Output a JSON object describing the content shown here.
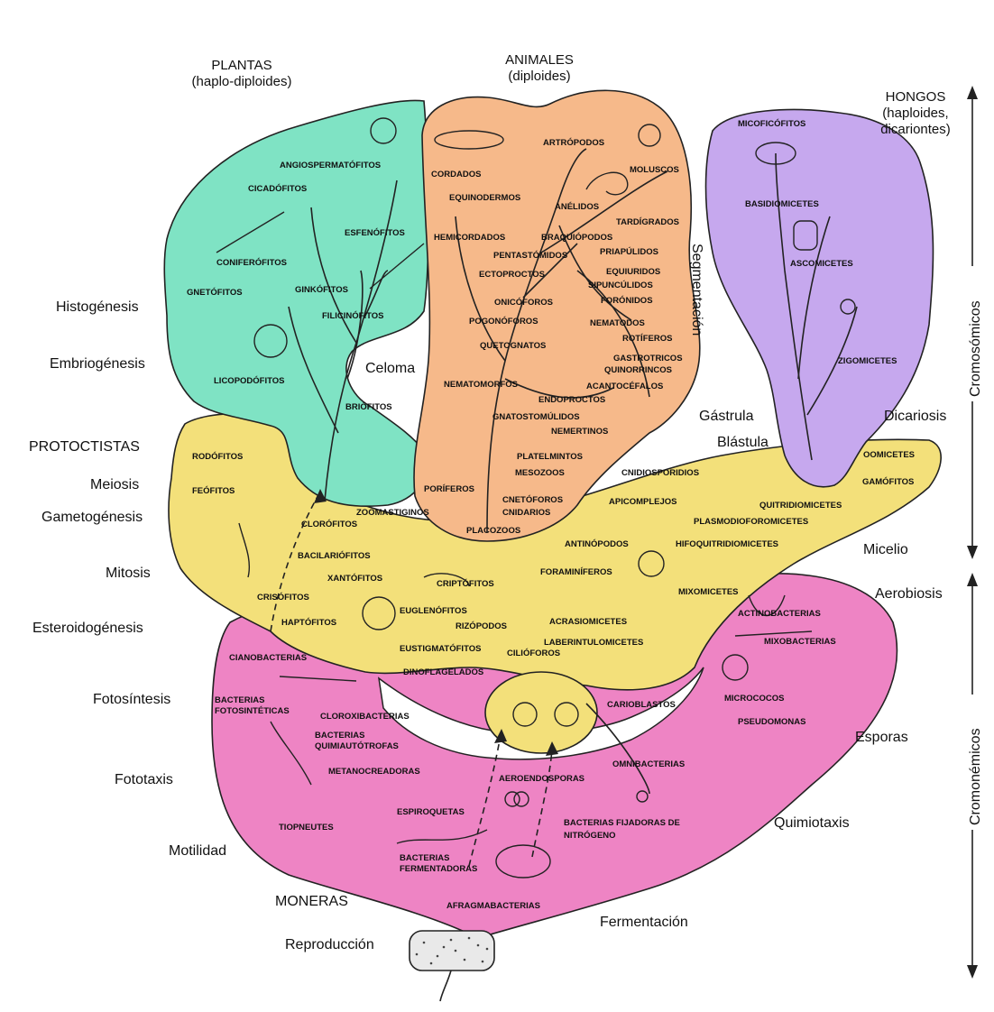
{
  "headings": {
    "plantas": "PLANTAS",
    "plantas_sub": "(haplo-diploides)",
    "animales": "ANIMALES",
    "animales_sub": "(diploides)",
    "hongos": "HONGOS",
    "hongos_sub1": "(haploides,",
    "hongos_sub2": "dicariontes)",
    "protoctistas": "PROTOCTISTAS",
    "moneras": "MONERAS"
  },
  "processes_left": [
    "Histogénesis",
    "Embriogénesis",
    "Meiosis",
    "Gametogénesis",
    "Mitosis",
    "Esteroidogénesis",
    "Fotosíntesis",
    "Fototaxis",
    "Motilidad",
    "Reproducción"
  ],
  "processes_right": [
    "Gástrula",
    "Blástula",
    "Dicariosis",
    "Micelio",
    "Aerobiosis",
    "Esporas",
    "Quimiotaxis",
    "Fermentación"
  ],
  "inner_labels": {
    "celoma": "Celoma",
    "segmentacion": "Segmentación"
  },
  "axis": {
    "upper": "Cromosómicos",
    "lower": "Cromonémicos"
  },
  "plantas_taxa": [
    "ANGIOSPERMATÓFITOS",
    "CICADÓFITOS",
    "ESFENÓFITOS",
    "CONIFERÓFITOS",
    "GNETÓFITOS",
    "GINKÓFITOS",
    "FILICINÓFITOS",
    "LICOPODÓFITOS",
    "BRIÓFITOS"
  ],
  "animales_taxa": [
    "CORDADOS",
    "ARTRÓPODOS",
    "MOLUSCOS",
    "EQUINODERMOS",
    "ANÉLIDOS",
    "TARDÍGRADOS",
    "HEMICORDADOS",
    "BRAQUIÓPODOS",
    "PRIAPÚLIDOS",
    "PENTASTÓMIDOS",
    "EQUIURIDOS",
    "ECTOPROCTOS",
    "SIPUNCÚLIDOS",
    "FORÓNIDOS",
    "ONICÓFOROS",
    "POGONÓFOROS",
    "NEMATODOS",
    "ROTÍFEROS",
    "QUETOGNATOS",
    "GASTROTRICOS",
    "QUINORRINCOS",
    "NEMATOMORFOS",
    "ACANTOCÉFALOS",
    "ENDOPROCTOS",
    "GNATOSTOMÚLIDOS",
    "NEMERTINOS",
    "PLATELMINTOS",
    "PORÍFEROS",
    "MESOZOOS",
    "CNETÓFOROS",
    "CNIDARIOS",
    "PLACOZOOS"
  ],
  "hongos_taxa": [
    "MICOFICÓFITOS",
    "BASIDIOMICETES",
    "ASCOMICETES",
    "ZIGOMICETES"
  ],
  "protoctistas_taxa": [
    "RODÓFITOS",
    "FEÓFITOS",
    "CLORÓFITOS",
    "ZOOMASTIGINOS",
    "BACILARIÓFITOS",
    "XANTÓFITOS",
    "CRIPTÓFITOS",
    "CRISÓFITOS",
    "HAPTÓFITOS",
    "EUGLENÓFITOS",
    "RIZÓPODOS",
    "EUSTIGMATÓFITOS",
    "DINOFLAGELADOS",
    "CILIÓFOROS",
    "ACRASIOMICETES",
    "LABERINTULOMICETES",
    "CARIOBLASTOS",
    "FORAMINÍFEROS",
    "MIXOMICETES",
    "ANTINÓPODOS",
    "APICOMPLEJOS",
    "CNIDIOSPORIDIOS",
    "OOMICETES",
    "GAMÓFITOS",
    "QUITRIDIOMICETES",
    "PLASMODIOFOROMICETES",
    "HIFOQUITRIDIOMICETES"
  ],
  "moneras_taxa": [
    "CIANOBACTERIAS",
    "BACTERIAS FOTOSINTÉTICAS",
    "CLOROXIBACTERIAS",
    "BACTERIAS QUIMIAUTÓTROFAS",
    "METANOCREADORAS",
    "AEROENDOSPORAS",
    "ESPIROQUETAS",
    "TIOPNEUTES",
    "BACTERIAS FIJADORAS DE NITRÓGENO",
    "BACTERIAS FERMENTADORAS",
    "AFRAGMABACTERIAS",
    "OMNIBACTERIAS",
    "ACTINOBACTERIAS",
    "MIXOBACTERIAS",
    "MICROCOCOS",
    "PSEUDOMONAS"
  ],
  "colors": {
    "plantas": "#7fe3c4",
    "animales": "#f6b98a",
    "hongos": "#c6a8ee",
    "protoctistas": "#f3e07a",
    "moneras": "#ee84c4"
  }
}
